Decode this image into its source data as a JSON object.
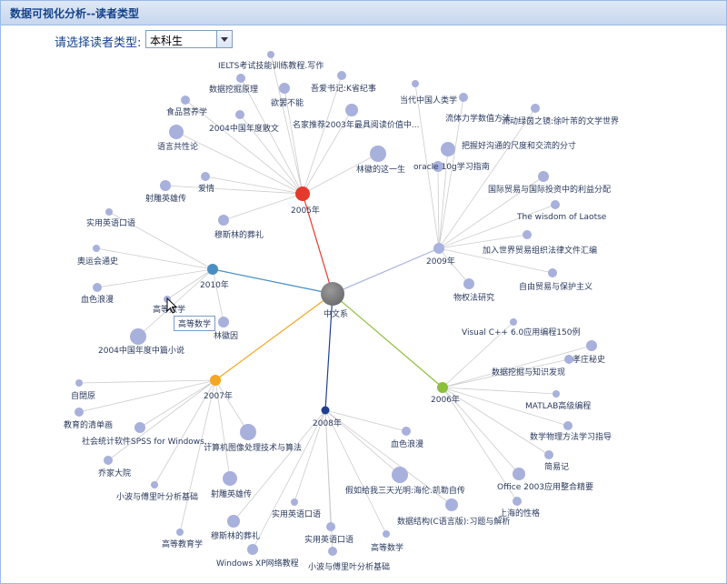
{
  "panel": {
    "title": "数据可视化分析--读者类型"
  },
  "selector": {
    "label": "请选择读者类型:",
    "value": "本科生"
  },
  "tooltip": {
    "text": "高等数学"
  },
  "colors": {
    "center": "#6e6e6e",
    "leaf": "#a8b0dc",
    "edge": "#cccccc",
    "2005": "#e53a2b",
    "2006": "#8cbf3a",
    "2007": "#f5a623",
    "2008": "#1f3e8c",
    "2009": "#a9b3e0",
    "2010": "#4a8fc2"
  },
  "graph": {
    "center": {
      "label": "中文系"
    },
    "years": [
      {
        "id": "2005",
        "label": "2005年",
        "books": [
          "IELTS考试技能训练教程.写作",
          "数据挖掘原理",
          "欲罢不能",
          "吾爱书记:K省纪事",
          "食品营养学",
          "2004中国年度散文",
          "名家推荐2003年最具阅读价值中...",
          "语言共性论",
          "林徽的这一生",
          "爱情",
          "射雕英雄传",
          "穆斯林的葬礼"
        ]
      },
      {
        "id": "2009",
        "label": "2009年",
        "books": [
          "当代中国人类学",
          "流体力学数值方法",
          "流动绿茵之镜:徐叶芾的文学世界",
          "把握好沟通的尺度和交流的分寸",
          "oracle 10g学习指南",
          "国际贸易与国际投资中的利益分配",
          "The wisdom of Laotse",
          "加入世界贸易组织法律文件汇编",
          "自由贸易与保护主义",
          "物权法研究"
        ]
      },
      {
        "id": "2010",
        "label": "2010年",
        "books": [
          "实用英语口语",
          "奥运会通史",
          "血色浪漫",
          "高等数学",
          "林徽因",
          "2004中国年度中篇小说"
        ]
      },
      {
        "id": "2006",
        "label": "2006年",
        "books": [
          "Visual C++ 6.0应用编程150例",
          "孝庄秘史",
          "数据挖掘与知识发现",
          "MATLAB高级编程",
          "数学物理方法学习指导",
          "简易记",
          "Office 2003应用整合精要",
          "上海的性格"
        ]
      },
      {
        "id": "2007",
        "label": "2007年",
        "books": [
          "自閉原",
          "教育的清单画",
          "社会统计软件SPSS for Windows...",
          "乔家大院",
          "小波与傅里叶分析基础",
          "计算机图像处理技术与算法",
          "射雕英雄传",
          "高等教育学"
        ]
      },
      {
        "id": "2008",
        "label": "2008年",
        "books": [
          "血色浪漫",
          "假如给我三天光明:海伦.凯勒自传",
          "数据结构(C语言版):习题与解析",
          "实用英语口语",
          "穆斯林的葬礼",
          "实用英语口语",
          "高等数学",
          "Windows XP网络教程",
          "小波与傅里叶分析基础"
        ]
      }
    ]
  }
}
